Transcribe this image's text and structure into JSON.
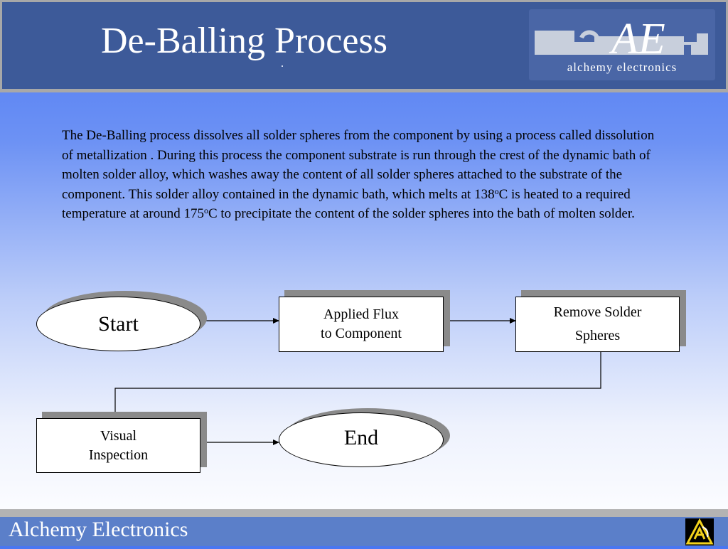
{
  "slide": {
    "title": "De-Balling Process",
    "logo_text": "alchemy electronics",
    "logo_mark": "AE",
    "body_part1": "The De-Balling process dissolves all solder spheres from the component by using a process called dissolution of metallization . During this process the component substrate is run through the crest of the dynamic bath of molten solder alloy, which washes away the content of all solder spheres attached to the substrate of the component. This solder alloy contained in the dynamic bath, which melts at 138",
    "body_sup1": "o",
    "body_part2": "C is heated to a required temperature at around 175",
    "body_sup2": "o",
    "body_part3": "C to precipitate the content of the solder spheres into the bath of molten solder."
  },
  "flowchart": {
    "start_label": "Start",
    "step1_line1": "Applied Flux",
    "step1_line2": "to Component",
    "step2_line1": "Remove Solder",
    "step2_line2": "Spheres",
    "step3_line1": "Visual",
    "step3_line2": "Inspection",
    "end_label": "End"
  },
  "footer": {
    "text": "Alchemy Electronics",
    "icon": "alchemy-logo-icon"
  },
  "colors": {
    "header_band": "#3d5a99",
    "footer_band": "#5b7fc9",
    "background_top": "#4a77f2",
    "background_bottom": "#fbfcff"
  }
}
